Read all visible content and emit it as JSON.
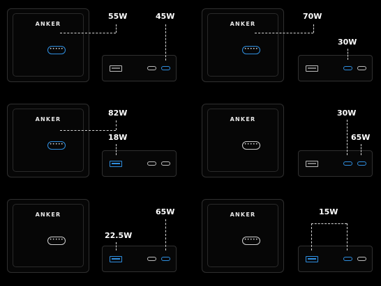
{
  "brand": "ANKER",
  "port_glyph": "•••••",
  "charger_marks": {
    "usb_a": "▪",
    "usb_c": "▪",
    "output_mark": "⇋"
  },
  "accent_color": "#2f8fe0",
  "panels": [
    {
      "id": 1,
      "labels": [
        "55W",
        "45W"
      ]
    },
    {
      "id": 2,
      "labels": [
        "70W",
        "30W"
      ]
    },
    {
      "id": 3,
      "labels": [
        "82W",
        "18W"
      ]
    },
    {
      "id": 4,
      "labels": [
        "30W",
        "65W"
      ]
    },
    {
      "id": 5,
      "labels": [
        "65W",
        "22.5W"
      ]
    },
    {
      "id": 6,
      "labels": [
        "15W"
      ]
    }
  ]
}
